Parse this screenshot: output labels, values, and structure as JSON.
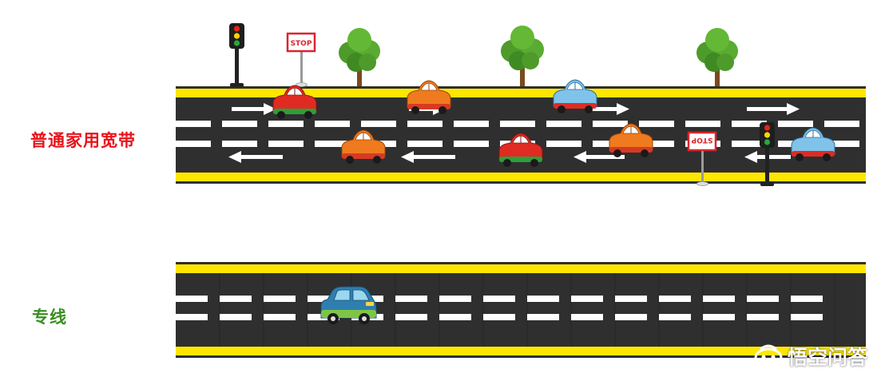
{
  "labels": {
    "broadband": "普通家用宽带",
    "dedicated": "专线"
  },
  "colors": {
    "broadband_label": "#e8141b",
    "dedicated_label": "#3a8f22",
    "road": "#2f2f2f",
    "edge_line": "#ffe600",
    "lane_marking": "#ffffff"
  },
  "signs": {
    "stop_text": "STOP"
  },
  "watermark": {
    "icon": "wukong-logo-icon",
    "text": "悟空问答"
  }
}
